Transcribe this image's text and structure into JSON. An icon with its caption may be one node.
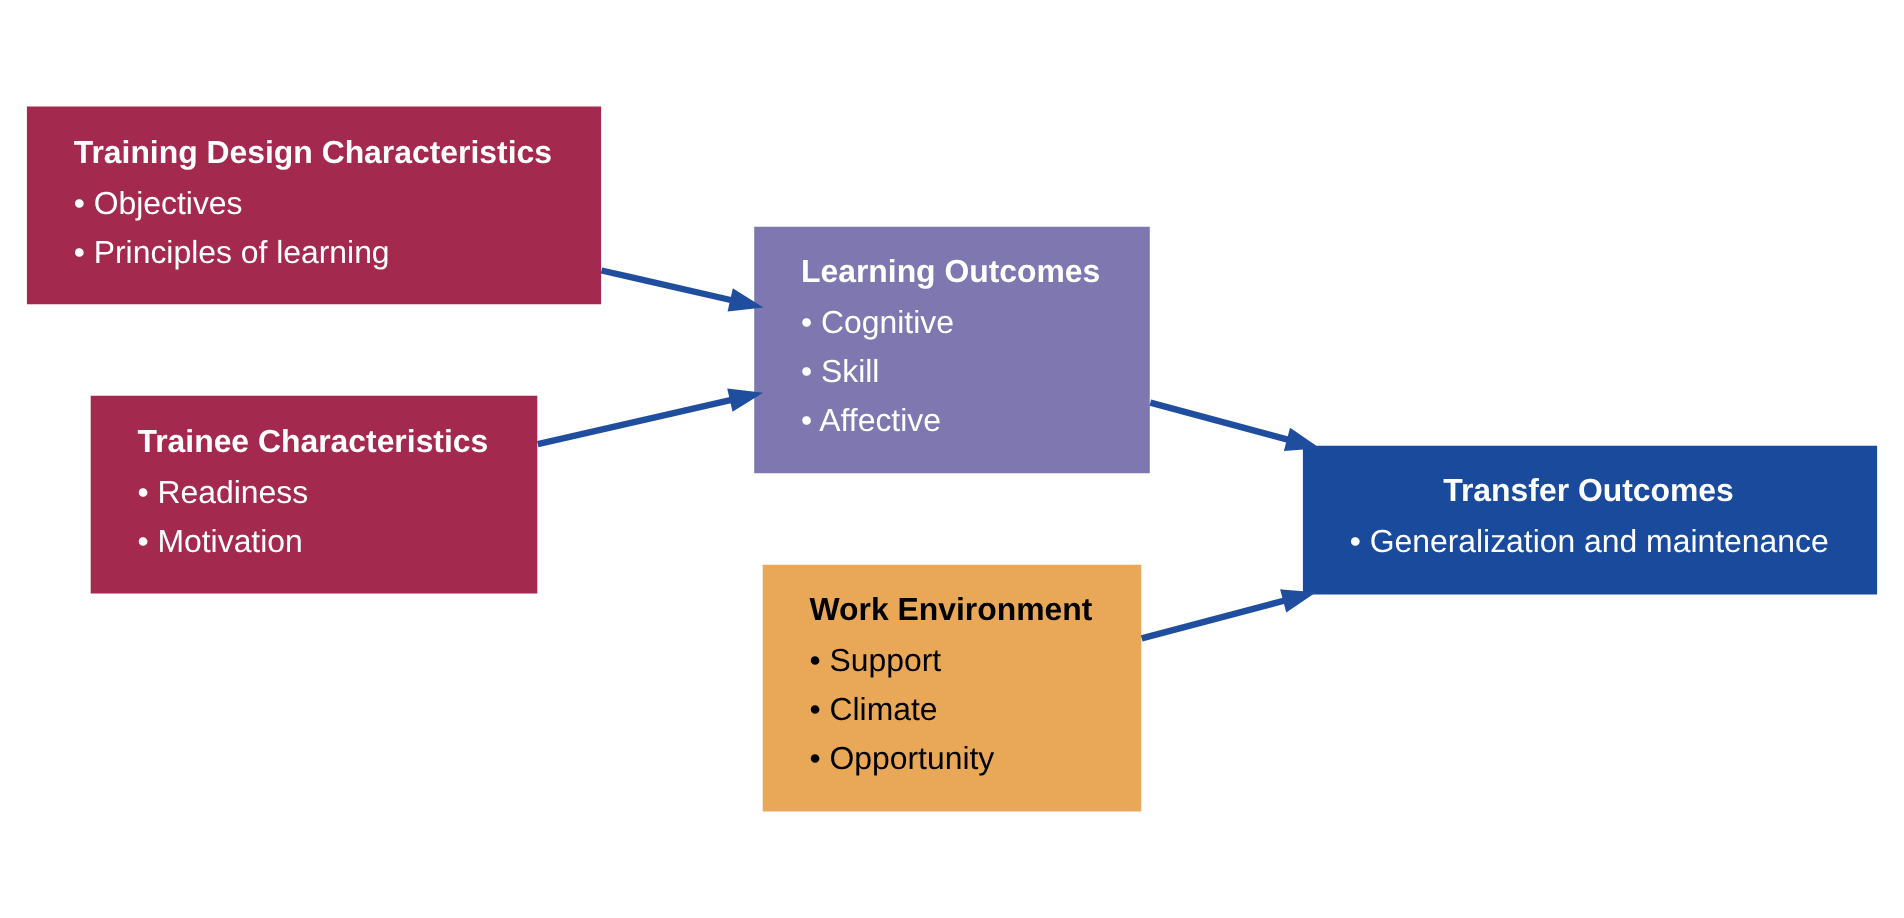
{
  "diagram": {
    "nodes": [
      {
        "text": [
          "Training Design Characteristics",
          "• Objectives",
          "• Principles of learning"
        ]
      },
      {
        "text": [
          "Trainee Characteristics",
          "• Readiness",
          "• Motivation"
        ]
      },
      {
        "text": [
          "Learning Outcomes",
          "• Cognitive",
          "• Skill",
          "• Affective"
        ]
      },
      {
        "text": [
          "Work Environment",
          "• Support",
          "• Climate",
          "• Opportunity"
        ]
      },
      {
        "text": [
          "Transfer Outcomes",
          "• Generalization and maintenance"
        ]
      }
    ],
    "edges": [
      {
        "from": 0,
        "to": 2,
        "arrow": "to"
      },
      {
        "from": 1,
        "to": 2,
        "arrow": "to"
      },
      {
        "from": 2,
        "to": 4,
        "arrow": "to"
      },
      {
        "from": 3,
        "to": 4,
        "arrow": "to"
      }
    ]
  }
}
